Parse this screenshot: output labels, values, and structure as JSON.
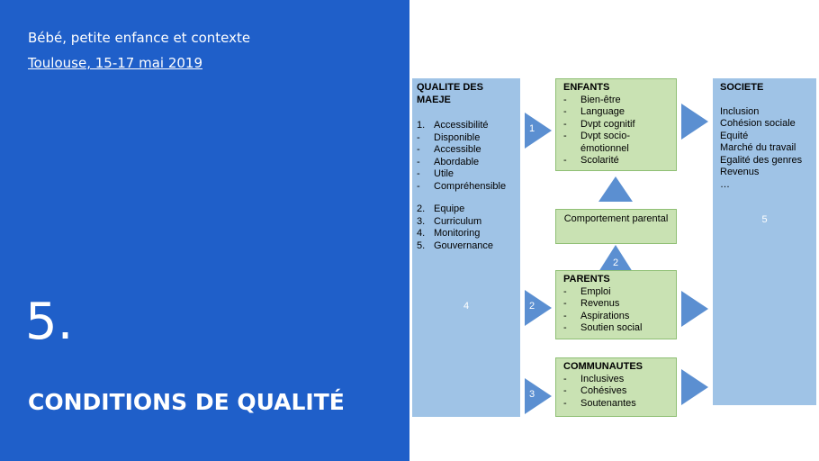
{
  "event": {
    "title": "Bébé, petite enfance et contexte",
    "date": "Toulouse, 15-17 mai 2019"
  },
  "section": {
    "number": "5.",
    "title": "CONDITIONS DE QUALITÉ"
  },
  "qualite": {
    "title": "QUALITE DES MAEJE",
    "items1": [
      {
        "m": "1.",
        "t": "Accessibilité"
      },
      {
        "m": "-",
        "t": "Disponible"
      },
      {
        "m": "-",
        "t": "Accessible"
      },
      {
        "m": "-",
        "t": "Abordable"
      },
      {
        "m": "-",
        "t": "Utile"
      },
      {
        "m": "-",
        "t": "Compréhensible"
      }
    ],
    "items2": [
      {
        "m": "2.",
        "t": "Equipe"
      },
      {
        "m": "3.",
        "t": "Curriculum"
      },
      {
        "m": "4.",
        "t": "Monitoring"
      },
      {
        "m": "5.",
        "t": "Gouvernance"
      }
    ],
    "box_num": "4"
  },
  "enfants": {
    "title": "ENFANTS",
    "items": [
      {
        "m": "-",
        "t": "Bien-être"
      },
      {
        "m": "-",
        "t": "Language"
      },
      {
        "m": "-",
        "t": "Dvpt cognitif"
      },
      {
        "m": "-",
        "t": "Dvpt socio-émotionnel"
      },
      {
        "m": "-",
        "t": "Scolarité"
      }
    ]
  },
  "comportement": {
    "label": "Comportement parental"
  },
  "parents": {
    "title": "PARENTS",
    "items": [
      {
        "m": "-",
        "t": "Emploi"
      },
      {
        "m": "-",
        "t": "Revenus"
      },
      {
        "m": "-",
        "t": "Aspirations"
      },
      {
        "m": "-",
        "t": "Soutien social"
      }
    ]
  },
  "communautes": {
    "title": "COMMUNAUTES",
    "items": [
      {
        "m": "-",
        "t": "Inclusives"
      },
      {
        "m": "-",
        "t": "Cohésives"
      },
      {
        "m": "-",
        "t": "Soutenantes"
      }
    ]
  },
  "societe": {
    "title": "SOCIETE",
    "items": [
      "Inclusion",
      "Cohésion sociale",
      "Equité",
      "Marché du travail",
      "Egalité des genres",
      "Revenus",
      "…"
    ],
    "box_num": "5"
  },
  "arrows": {
    "a1": "1",
    "a2": "2",
    "a3": "3",
    "up2": "2"
  },
  "colors": {
    "left_bg": "#1f5fc9",
    "blue_box": "#9fc3e6",
    "green_box": "#c9e2b3",
    "arrow": "#5b8fd1"
  }
}
